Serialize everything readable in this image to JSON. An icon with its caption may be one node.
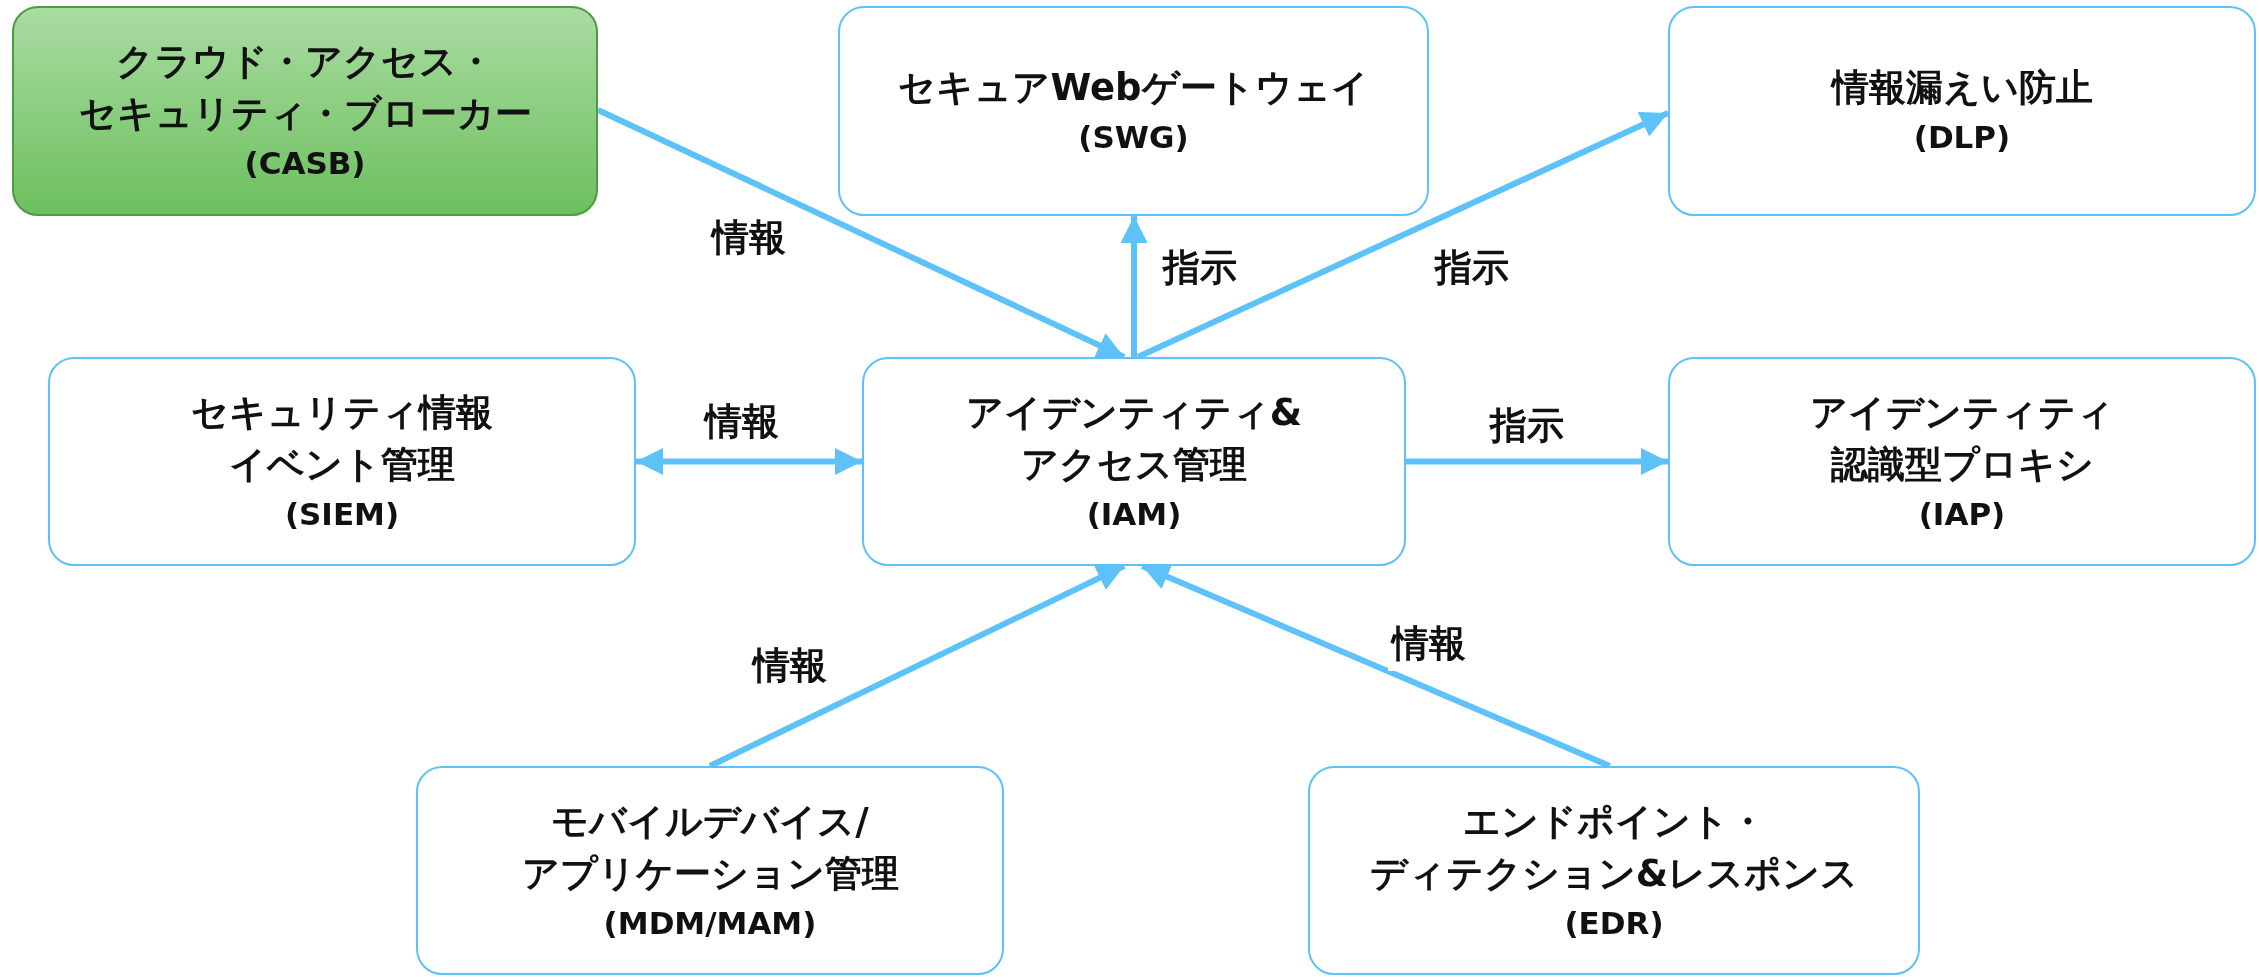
{
  "diagram": {
    "nodes": [
      {
        "text": [
          "クラウド・アクセス・セキュリティ・ブローカー",
          "(CASB)"
        ]
      },
      {
        "text": [
          "セキュアWebゲートウェイ",
          "(SWG)"
        ]
      },
      {
        "text": [
          "情報漏えい防止",
          "(DLP)"
        ]
      },
      {
        "text": [
          "セキュリティ情報イベント管理",
          "(SIEM)"
        ]
      },
      {
        "text": [
          "アイデンティティ&アクセス管理",
          "(IAM)"
        ]
      },
      {
        "text": [
          "アイデンティティ認識型プロキシ",
          "(IAP)"
        ]
      },
      {
        "text": [
          "モバイルデバイス/アプリケーション管理",
          "(MDM/MAM)"
        ]
      },
      {
        "text": [
          "エンドポイント・ディテクション&レスポンス",
          "(EDR)"
        ]
      }
    ],
    "edges": [
      {
        "from": 0,
        "to": 4,
        "arrow": "to",
        "label": "情報"
      },
      {
        "from": 4,
        "to": 1,
        "arrow": "to",
        "label": "指示"
      },
      {
        "from": 4,
        "to": 2,
        "arrow": "to",
        "label": "指示"
      },
      {
        "from": 3,
        "to": 4,
        "arrow": "both",
        "label": "情報"
      },
      {
        "from": 4,
        "to": 5,
        "arrow": "to",
        "label": "指示"
      },
      {
        "from": 6,
        "to": 4,
        "arrow": "to",
        "label": "情報"
      },
      {
        "from": 7,
        "to": 4,
        "arrow": "to",
        "label": "情報"
      }
    ]
  }
}
